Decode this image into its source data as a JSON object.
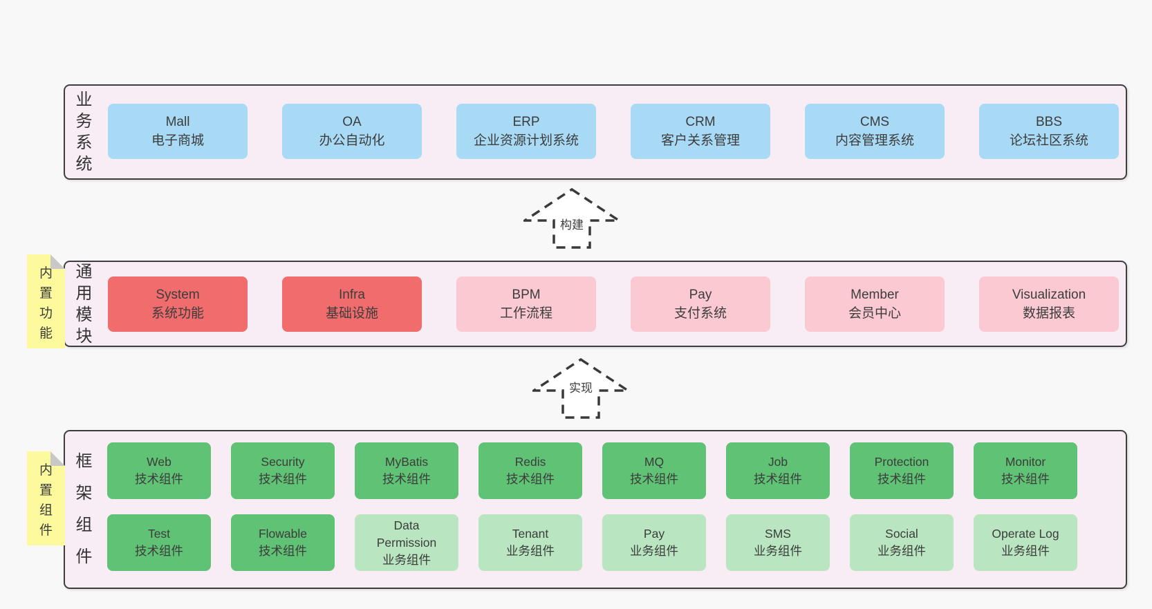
{
  "diagram": {
    "kind": "architecture-stack-diagram",
    "background": "#f8f8f8",
    "colors": {
      "band_background": "#f8edf5",
      "band_border": "#3e3e3e",
      "business_box_blue": "#a9daf5",
      "core_module_red": "#f16c6c",
      "optional_module_pink": "#fbc9d2",
      "tech_component_green": "#60c274",
      "biz_component_light_green": "#b9e6c1",
      "sticky_note_yellow": "#fcfa9d",
      "sticky_fold_gray": "#c8c8c8",
      "text": "#3c3c3c"
    }
  },
  "bands": [
    {
      "label": "业务系统",
      "boxes": [
        {
          "name": "Mall",
          "desc": "电子商城",
          "variant": "blue"
        },
        {
          "name": "OA",
          "desc": "办公自动化",
          "variant": "blue"
        },
        {
          "name": "ERP",
          "desc": "企业资源计划系统",
          "variant": "blue"
        },
        {
          "name": "CRM",
          "desc": "客户关系管理",
          "variant": "blue"
        },
        {
          "name": "CMS",
          "desc": "内容管理系统",
          "variant": "blue"
        },
        {
          "name": "BBS",
          "desc": "论坛社区系统",
          "variant": "blue"
        }
      ]
    },
    {
      "label": "通用模块",
      "sticky": "内置功能",
      "boxes": [
        {
          "name": "System",
          "desc": "系统功能",
          "variant": "red"
        },
        {
          "name": "Infra",
          "desc": "基础设施",
          "variant": "red"
        },
        {
          "name": "BPM",
          "desc": "工作流程",
          "variant": "pink"
        },
        {
          "name": "Pay",
          "desc": "支付系统",
          "variant": "pink"
        },
        {
          "name": "Member",
          "desc": "会员中心",
          "variant": "pink"
        },
        {
          "name": "Visualization",
          "desc": "数据报表",
          "variant": "pink"
        }
      ]
    },
    {
      "label": "框架组件",
      "sticky": "内置组件",
      "rows": [
        [
          {
            "name": "Web",
            "desc": "技术组件",
            "variant": "green-dark"
          },
          {
            "name": "Security",
            "desc": "技术组件",
            "variant": "green-dark"
          },
          {
            "name": "MyBatis",
            "desc": "技术组件",
            "variant": "green-dark"
          },
          {
            "name": "Redis",
            "desc": "技术组件",
            "variant": "green-dark"
          },
          {
            "name": "MQ",
            "desc": "技术组件",
            "variant": "green-dark"
          },
          {
            "name": "Job",
            "desc": "技术组件",
            "variant": "green-dark"
          },
          {
            "name": "Protection",
            "desc": "技术组件",
            "variant": "green-dark"
          },
          {
            "name": "Monitor",
            "desc": "技术组件",
            "variant": "green-dark"
          }
        ],
        [
          {
            "name": "Test",
            "desc": "技术组件",
            "variant": "green-dark"
          },
          {
            "name": "Flowable",
            "desc": "技术组件",
            "variant": "green-dark"
          },
          {
            "name": "Data Permission",
            "desc": "业务组件",
            "variant": "green-light"
          },
          {
            "name": "Tenant",
            "desc": "业务组件",
            "variant": "green-light"
          },
          {
            "name": "Pay",
            "desc": "业务组件",
            "variant": "green-light"
          },
          {
            "name": "SMS",
            "desc": "业务组件",
            "variant": "green-light"
          },
          {
            "name": "Social",
            "desc": "业务组件",
            "variant": "green-light"
          },
          {
            "name": "Operate Log",
            "desc": "业务组件",
            "variant": "green-light"
          }
        ]
      ]
    }
  ],
  "arrows": [
    {
      "label": "构建",
      "direction": "up"
    },
    {
      "label": "实现",
      "direction": "up"
    }
  ]
}
